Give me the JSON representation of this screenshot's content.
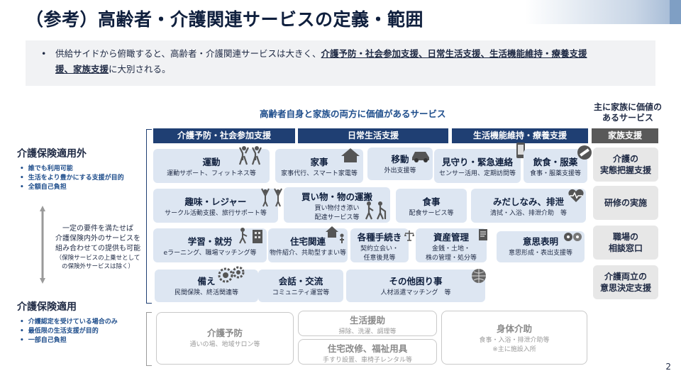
{
  "title": "（参考）高齢者・介護関連サービスの定義・範囲",
  "summary": {
    "bullet": "•",
    "text_before": "供給サイドから俯瞰すると、高齢者・介護関連サービスは大きく、",
    "emphasis_1": "介護予防・社会参加支援、日常生活支援、生活機能維持・療養支援",
    "emphasis_2": "援、家族支援",
    "text_after": "に大別される。"
  },
  "header_both": "高齢者自身と家族の両方に価値があるサービス",
  "header_family": "主に家族に価値のあるサービス",
  "categories": [
    "介護予防・社会参加支援",
    "日常生活支援",
    "生活機能維持・療養支援",
    "家族支援"
  ],
  "left": {
    "outside_title": "介護保険適用外",
    "outside_points": [
      "誰でも利用可能",
      "生活をより豊かにする支援が目的",
      "全額自己負担"
    ],
    "middle_lines": [
      "一定の要件を満たせば",
      "介護保険内外のサービスを",
      "組み合わせての提供も可能"
    ],
    "middle_note": [
      "（保険サービスの上乗せとして",
      "の保険外サービスは除く）"
    ],
    "inside_title": "介護保険適用",
    "inside_points": [
      "介護認定を受けている場合のみ",
      "最低限の生活支援が目的",
      "一部自己負担"
    ]
  },
  "services": {
    "undou": {
      "t": "運動",
      "s": "運動サポート、フィットネス等"
    },
    "kaji": {
      "t": "家事",
      "s": "家事代行、スマート家電等"
    },
    "idou": {
      "t": "移動",
      "s": "外出支援等"
    },
    "mimamori": {
      "t": "見守り・緊急連絡",
      "s": "センサー活用、定期訪問等"
    },
    "inshoku": {
      "t": "飲食・服薬",
      "s": "食事・服薬支援等"
    },
    "shumi": {
      "t": "趣味・レジャー",
      "s": "サークル活動支援、旅行サポート等"
    },
    "kaimono": {
      "t": "買い物・物の運搬",
      "s1": "買い物付き添い",
      "s2": "配達サービス等"
    },
    "shokuji": {
      "t": "食事",
      "s": "配食サービス等"
    },
    "midashinami": {
      "t": "みだしなみ、排泄",
      "s": "清拭・入浴、排泄介助　等"
    },
    "gakushu": {
      "t": "学習・就労",
      "s": "eラーニング、職場マッチング等"
    },
    "jutaku": {
      "t": "住宅関連",
      "s": "物件紹介、共助型すまい等"
    },
    "tetsuzuki": {
      "t": "各種手続き",
      "s1": "契約立会い・",
      "s2": "任意後見等"
    },
    "shisan": {
      "t": "資産管理",
      "s1": "金銭・土地・",
      "s2": "株の管理・処分等"
    },
    "ishi": {
      "t": "意思表明",
      "s": "意思形成・表出支援等"
    },
    "sonae": {
      "t": "備え",
      "s": "民間保険、終活関連等"
    },
    "kaiwa": {
      "t": "会話・交流",
      "s": "コミュニティ運営等"
    },
    "sonota": {
      "t": "その他困り事",
      "s": "人材派遣マッチング　等"
    }
  },
  "family": [
    {
      "l1": "介護の",
      "l2": "実態把握支援"
    },
    {
      "l1": "研修の実施",
      "l2": ""
    },
    {
      "l1": "職場の",
      "l2": "相談窓口"
    },
    {
      "l1": "介護両立の",
      "l2": "意思決定支援"
    }
  ],
  "insured": {
    "yobou": {
      "t": "介護予防",
      "s": "通いの場、地域サロン等"
    },
    "seikatsu": {
      "t": "生活援助",
      "s": "掃除、洗濯、調理等"
    },
    "kaishu": {
      "t": "住宅改修、福祉用具",
      "s": "手すり設置、車椅子レンタル等"
    },
    "shintai": {
      "t": "身体介助",
      "s1": "食事・入浴・排泄介助等",
      "s2": "※主に施設入所"
    }
  },
  "page_number": "2",
  "colors": {
    "navy": "#1f3f73",
    "light_blue": "#dde6f2",
    "family_gray": "#595959",
    "accent_text": "#1f4e8c"
  }
}
